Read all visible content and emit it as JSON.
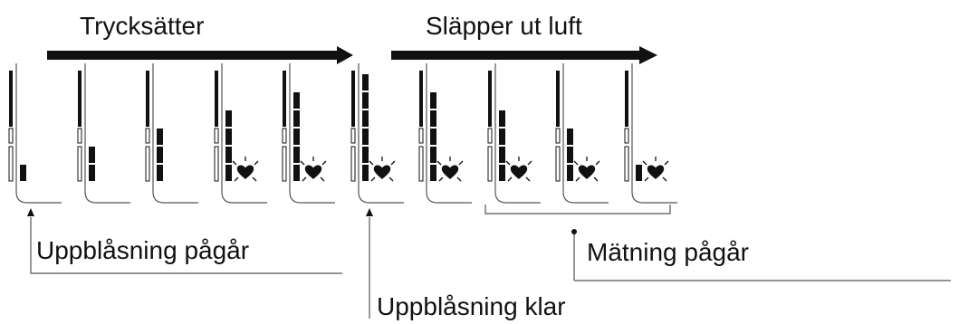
{
  "labels": {
    "pressurizing": "Trycksätter",
    "releasing_air": "Släpper ut luft",
    "inflation_in_progress": "Uppblåsning pågår",
    "inflation_complete": "Uppblåsning klar",
    "measuring_in_progress": "Mätning pågår"
  },
  "frames": [
    {
      "bar_level": 1,
      "heart": false
    },
    {
      "bar_level": 2,
      "heart": false
    },
    {
      "bar_level": 3,
      "heart": false
    },
    {
      "bar_level": 4,
      "heart": true
    },
    {
      "bar_level": 5,
      "heart": true
    },
    {
      "bar_level": 6,
      "heart": true
    },
    {
      "bar_level": 5,
      "heart": true
    },
    {
      "bar_level": 4,
      "heart": true
    },
    {
      "bar_level": 3,
      "heart": true
    },
    {
      "bar_level": 1,
      "heart": true
    }
  ],
  "colors": {
    "ink": "#111111",
    "line": "#555555",
    "paper": "#ffffff"
  },
  "icons": {
    "gauge": "cuff-pressure-gauge-icon",
    "heart": "pulse-heart-icon"
  }
}
